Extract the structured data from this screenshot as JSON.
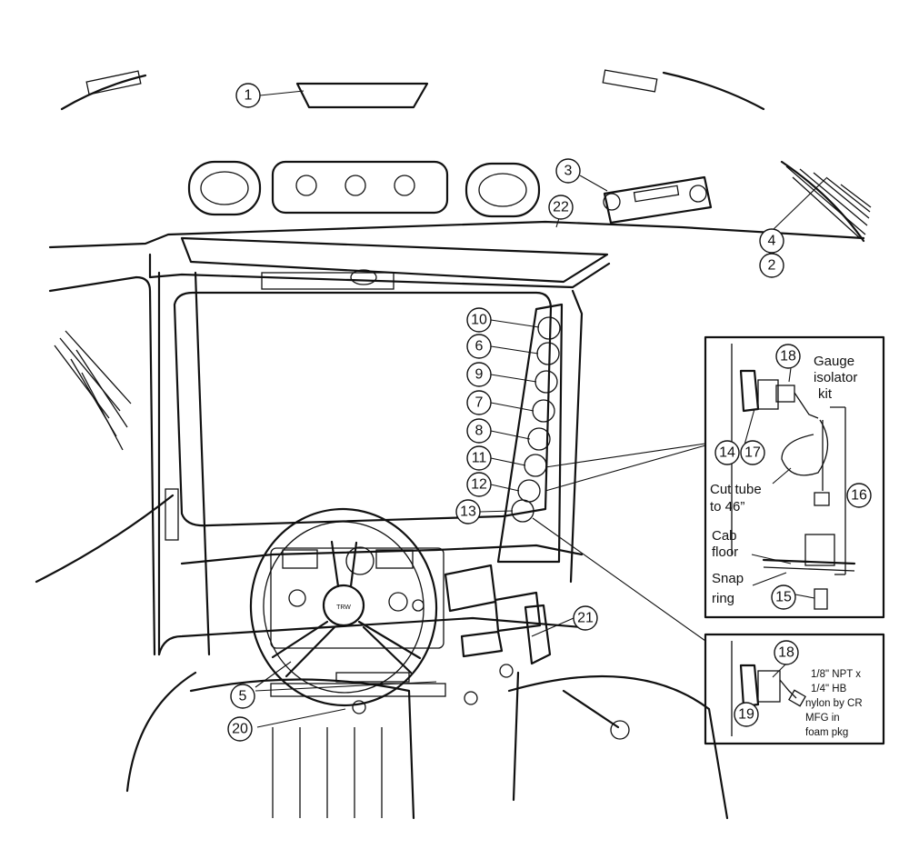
{
  "callouts": [
    "1",
    "2",
    "3",
    "4",
    "5",
    "6",
    "7",
    "8",
    "9",
    "10",
    "11",
    "12",
    "13",
    "14",
    "15",
    "16",
    "17",
    "18",
    "19",
    "20",
    "21",
    "22"
  ],
  "inset_top": {
    "gauge_kit_label": [
      "Gauge",
      "isolator",
      "kit"
    ],
    "cut_tube_label": [
      "Cut tube",
      "to 46”"
    ],
    "cab_floor_label": [
      "Cab",
      "floor"
    ],
    "snap_ring_label": [
      "Snap",
      "ring"
    ]
  },
  "inset_bottom": {
    "fitting_note": [
      "1/8\" NPT x",
      "1/4\" HB",
      "nylon by CR",
      "MFG in",
      "foam pkg"
    ]
  },
  "steering_logo": "TRW"
}
